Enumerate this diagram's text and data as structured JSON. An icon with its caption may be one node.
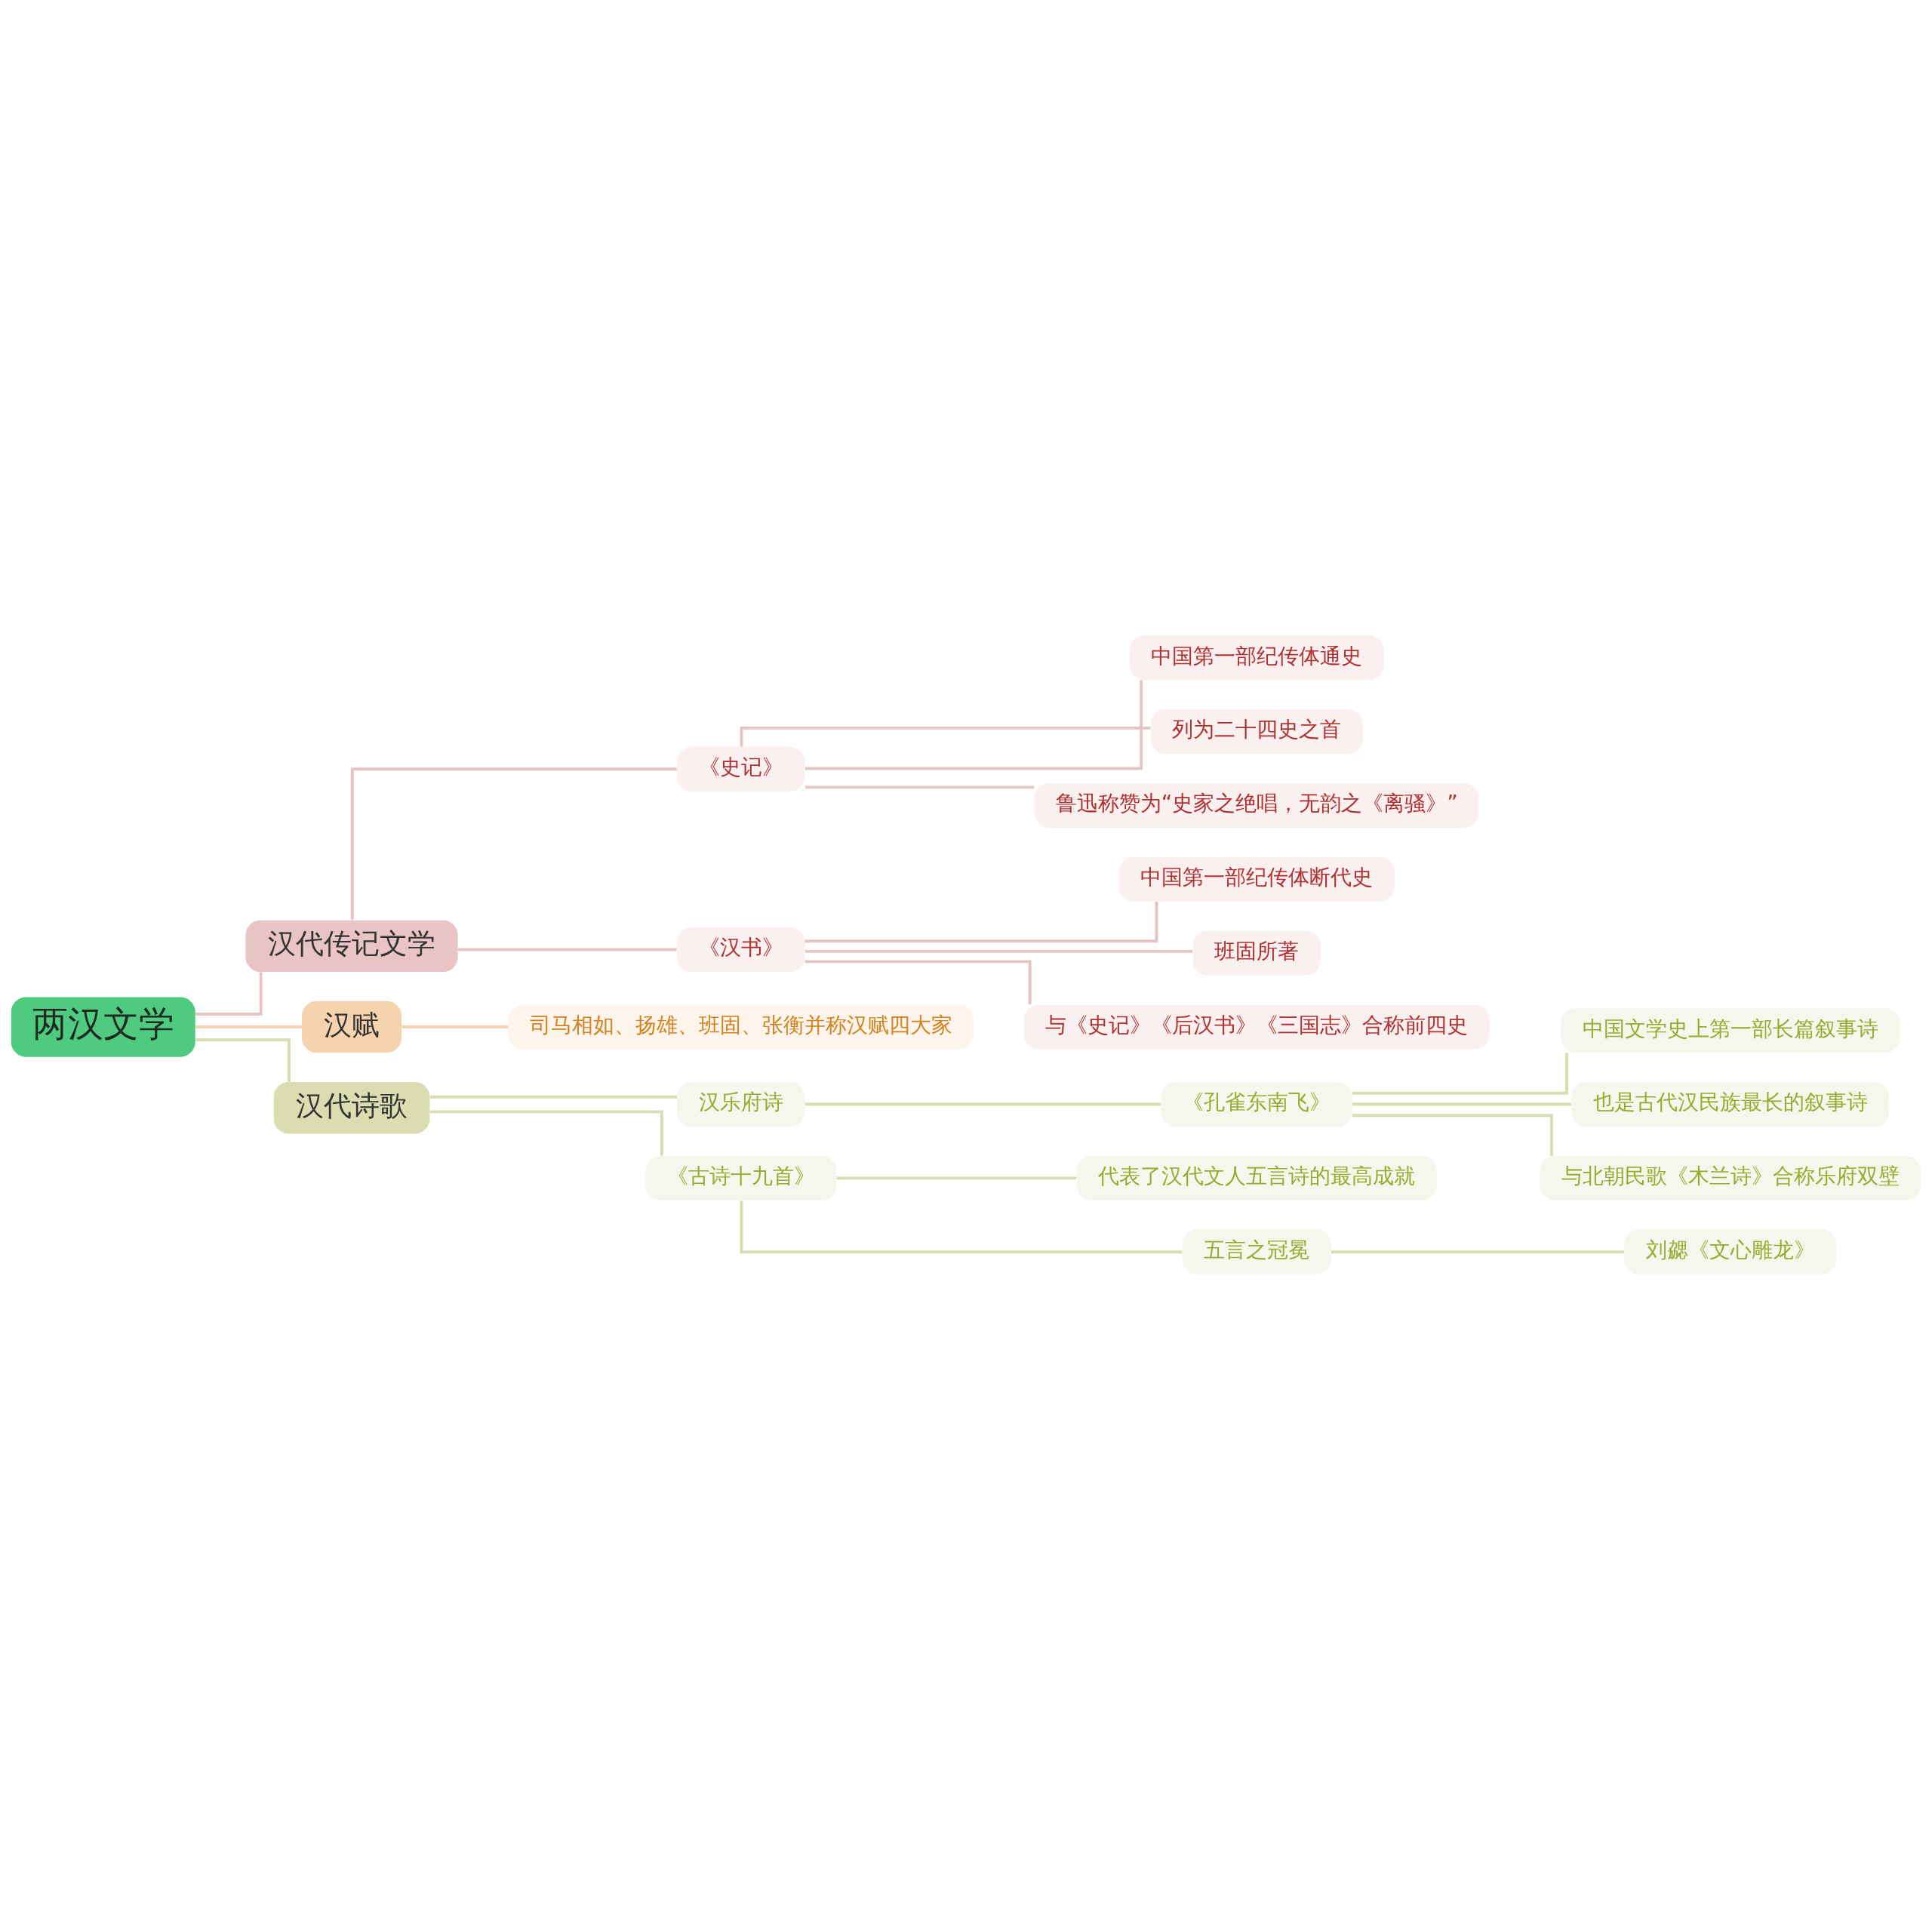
{
  "diagram": {
    "nodes": [
      {
        "text": [
          "两汉文学"
        ]
      },
      {
        "text": [
          "汉代传记文学"
        ]
      },
      {
        "text": [
          "《史记》"
        ]
      },
      {
        "text": [
          "中国第一部纪传体通史"
        ]
      },
      {
        "text": [
          "列为二十四史之首"
        ]
      },
      {
        "text": [
          "鲁迅称赞为“史家之绝唱，无韵之《离骚》”"
        ]
      },
      {
        "text": [
          "《汉书》"
        ]
      },
      {
        "text": [
          "中国第一部纪传体断代史"
        ]
      },
      {
        "text": [
          "班固所著"
        ]
      },
      {
        "text": [
          "与《史记》《后汉书》《三国志》合称前四史"
        ]
      },
      {
        "text": [
          "汉赋"
        ]
      },
      {
        "text": [
          "司马相如、扬雄、班固、张衡并称汉赋四大家"
        ]
      },
      {
        "text": [
          "汉代诗歌"
        ]
      },
      {
        "text": [
          "汉乐府诗"
        ]
      },
      {
        "text": [
          "《孔雀东南飞》"
        ]
      },
      {
        "text": [
          "中国文学史上第一部长篇叙事诗"
        ]
      },
      {
        "text": [
          "也是古代汉民族最长的叙事诗"
        ]
      },
      {
        "text": [
          "与北朝民歌《木兰诗》合称乐府双壁"
        ]
      },
      {
        "text": [
          "《古诗十九首》"
        ]
      },
      {
        "text": [
          "代表了汉代文人五言诗的最高成就"
        ]
      },
      {
        "text": [
          "五言之冠冕"
        ]
      },
      {
        "text": [
          "刘勰《文心雕龙》"
        ]
      }
    ],
    "edges": [
      {
        "from": 0,
        "to": 1,
        "arrow": "none",
        "color": "#e6c4c4"
      },
      {
        "from": 1,
        "to": 2,
        "arrow": "none",
        "color": "#e6c4c4"
      },
      {
        "from": 2,
        "to": 3,
        "arrow": "none",
        "color": "#e6c4c4"
      },
      {
        "from": 2,
        "to": 4,
        "arrow": "none",
        "color": "#e6c4c4"
      },
      {
        "from": 2,
        "to": 5,
        "arrow": "none",
        "color": "#e6c4c4"
      },
      {
        "from": 1,
        "to": 6,
        "arrow": "none",
        "color": "#e6c4c4"
      },
      {
        "from": 6,
        "to": 7,
        "arrow": "none",
        "color": "#e6c4c4"
      },
      {
        "from": 6,
        "to": 8,
        "arrow": "none",
        "color": "#e6c4c4"
      },
      {
        "from": 6,
        "to": 9,
        "arrow": "none",
        "color": "#e6c4c4"
      },
      {
        "from": 0,
        "to": 10,
        "arrow": "none",
        "color": "#f5d3ae"
      },
      {
        "from": 10,
        "to": 11,
        "arrow": "none",
        "color": "#f5d3ae"
      },
      {
        "from": 0,
        "to": 12,
        "arrow": "none"
      },
      {
        "from": 12,
        "to": 13,
        "arrow": "none"
      },
      {
        "from": 13,
        "to": 14,
        "arrow": "none"
      },
      {
        "from": 14,
        "to": 15,
        "arrow": "none"
      },
      {
        "from": 14,
        "to": 16,
        "arrow": "none"
      },
      {
        "from": 14,
        "to": 17,
        "arrow": "none"
      },
      {
        "from": 12,
        "to": 18,
        "arrow": "none"
      },
      {
        "from": 18,
        "to": 19,
        "arrow": "none"
      },
      {
        "from": 18,
        "to": 20,
        "arrow": "none"
      },
      {
        "from": 20,
        "to": 21,
        "arrow": "none"
      }
    ]
  }
}
